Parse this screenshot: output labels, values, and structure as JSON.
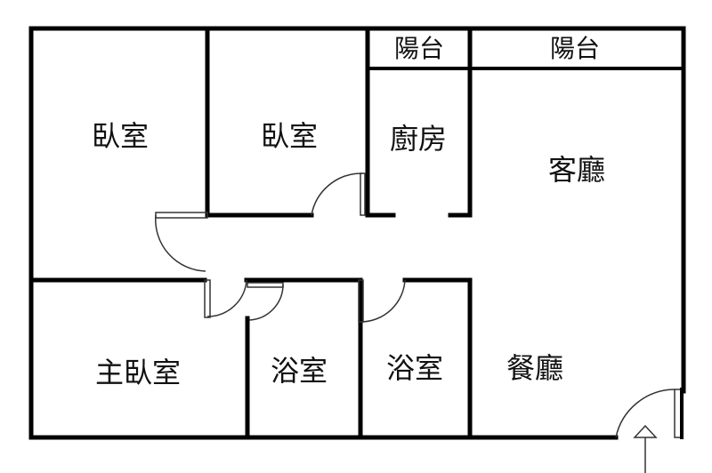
{
  "rooms": {
    "bedroom_1": "臥室",
    "bedroom_2": "臥室",
    "balcony_1": "陽台",
    "balcony_2": "陽台",
    "kitchen": "廚房",
    "living_room": "客廳",
    "master_bedroom": "主臥室",
    "bathroom_1": "浴室",
    "bathroom_2": "浴室",
    "dining_room": "餐廳"
  },
  "colors": {
    "wall": "#000000",
    "background": "#ffffff"
  }
}
